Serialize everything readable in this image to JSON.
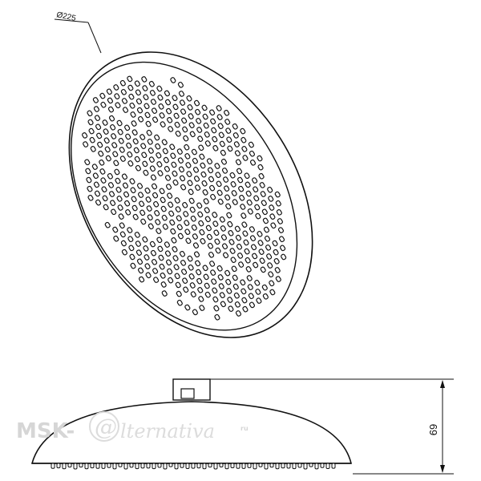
{
  "drawing": {
    "diameter_label": "Ø225",
    "height_label": "69"
  },
  "watermark": {
    "prefix": "MSK-",
    "at_symbol": "@",
    "script": "lternativa",
    "suffix": "ru"
  },
  "colors": {
    "line": "#111111",
    "watermark": "#d6d6d6",
    "background": "#ffffff"
  }
}
